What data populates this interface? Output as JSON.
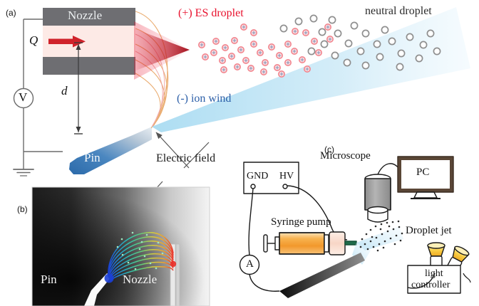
{
  "figure": {
    "title": "Electrospray droplet jet schematic with ion wind and experimental setup",
    "panels": [
      {
        "tag": "(a)",
        "name": "schematic-nozzle-pin"
      },
      {
        "tag": "(b)",
        "name": "electric-field-simulation"
      },
      {
        "tag": "(c)",
        "name": "experimental-setup"
      }
    ]
  },
  "panel_a": {
    "tag": "(a)",
    "nozzle_label": "Nozzle",
    "flow_symbol": "Q",
    "gap_symbol": "d",
    "voltage_symbol": "V",
    "pin_label": "Pin",
    "es_droplet_label": "(+) ES droplet",
    "ion_wind_label": "(-) ion wind",
    "neutral_droplet_label": "neutral droplet",
    "electric_field_label": "Electric field",
    "colors": {
      "nozzle_body": "#6e6e72",
      "liquid_channel": "#fdeae6",
      "es_red": "#e8112d",
      "es_cone": "#b81a26",
      "ion_wind_blue": "#cbe9f7",
      "ion_wind_text": "#2c5fa8",
      "pin_blue": "#2f6fb0",
      "field_line": "#e8a86a",
      "neutral_ring": "#8a8a8a",
      "es_ring": "#f2868f"
    },
    "es_droplet_count": 34,
    "neutral_droplet_count": 26
  },
  "panel_b": {
    "tag": "(b)",
    "pin_label": "Pin",
    "nozzle_label": "Nozzle",
    "caption_pointer": "Electric field",
    "colors": {
      "bg_dark": "#111111",
      "bg_light": "#f2f2f2",
      "streamline_low": "#1b4fbf",
      "streamline_mid": "#35c9a8",
      "streamline_high": "#e8322a",
      "streamline_warm": "#f0b429"
    },
    "streamline_count": 9
  },
  "panel_c": {
    "tag": "(c)",
    "hv_box": {
      "gnd_label": "GND",
      "hv_label": "HV"
    },
    "ammeter_label": "A",
    "syringe_pump_label": "Syringe pump",
    "microscope_label": "Microscope",
    "pc_label": "PC",
    "droplet_jet_label": "Droplet jet",
    "light_controller_label": "light controller",
    "light_controller_line1": "light",
    "light_controller_line2": "controller",
    "colors": {
      "outline": "#1a1a1a",
      "syringe_liquid_a": "#f7a83c",
      "syringe_liquid_b": "#fddfae",
      "pc_bezel": "#5a4636",
      "microscope_body": "#9b9b9b",
      "lamp_gold": "#f5c53a",
      "jet_blue": "#cfeaf8",
      "needle_green": "#1f6b4a"
    }
  }
}
